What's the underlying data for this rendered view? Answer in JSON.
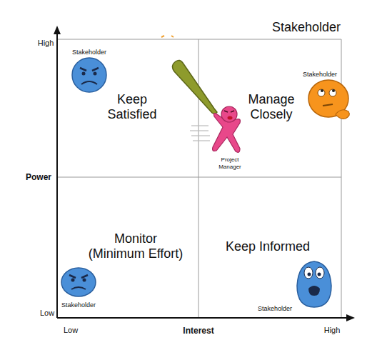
{
  "diagram": {
    "title": "Stakeholder",
    "nodes": [
      {
        "text": [
          "Keep Satisfied"
        ]
      },
      {
        "text": [
          "Manage Closely"
        ]
      },
      {
        "text": [
          "Monitor (Minimum Effort)"
        ]
      },
      {
        "text": [
          "Keep Informed"
        ]
      }
    ],
    "labels": [
      "High",
      "Low",
      "Power",
      "Low",
      "Interest",
      "High",
      "Stakeholder",
      "Stakeholder",
      "Stakeholder",
      "Stakeholder",
      "Project Manager"
    ]
  }
}
